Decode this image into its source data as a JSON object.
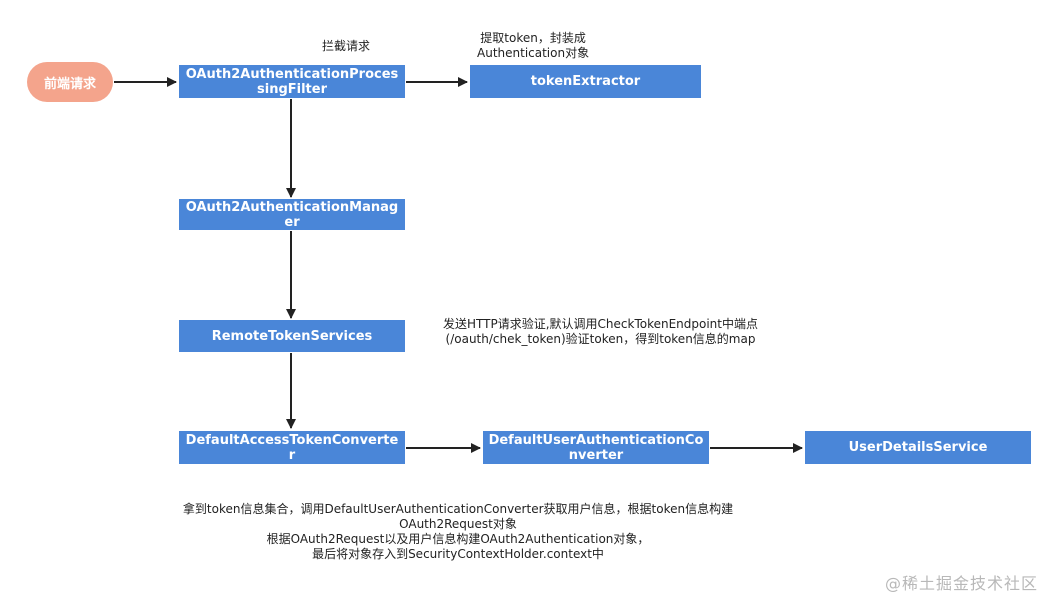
{
  "nodes": {
    "start": "前端请求",
    "filter": "OAuth2AuthenticationProcessingFilter",
    "extractor": "tokenExtractor",
    "manager": "OAuth2AuthenticationManager",
    "remote": "RemoteTokenServices",
    "converter": "DefaultAccessTokenConverter",
    "user_converter": "DefaultUserAuthenticationConverter",
    "user_service": "UserDetailsService"
  },
  "notes": {
    "intercept": "拦截请求",
    "extract_line1": "提取token，封装成",
    "extract_line2": "Authentication对象",
    "remote_line1": "发送HTTP请求验证,默认调用CheckTokenEndpoint中端点",
    "remote_line2": "(/oauth/chek_token)验证token，得到token信息的map",
    "bottom_line1": "拿到token信息集合，调用DefaultUserAuthenticationConverter获取用户信息，根据token信息构建",
    "bottom_line2": "OAuth2Request对象",
    "bottom_line3": "根据OAuth2Request以及用户信息构建OAuth2Authentication对象，",
    "bottom_line4": "最后将对象存入到SecurityContextHolder.context中"
  },
  "watermark": "@稀土掘金技术社区",
  "colors": {
    "box": "#4a86d8",
    "start": "#f4a48c",
    "arrow": "#222222"
  }
}
